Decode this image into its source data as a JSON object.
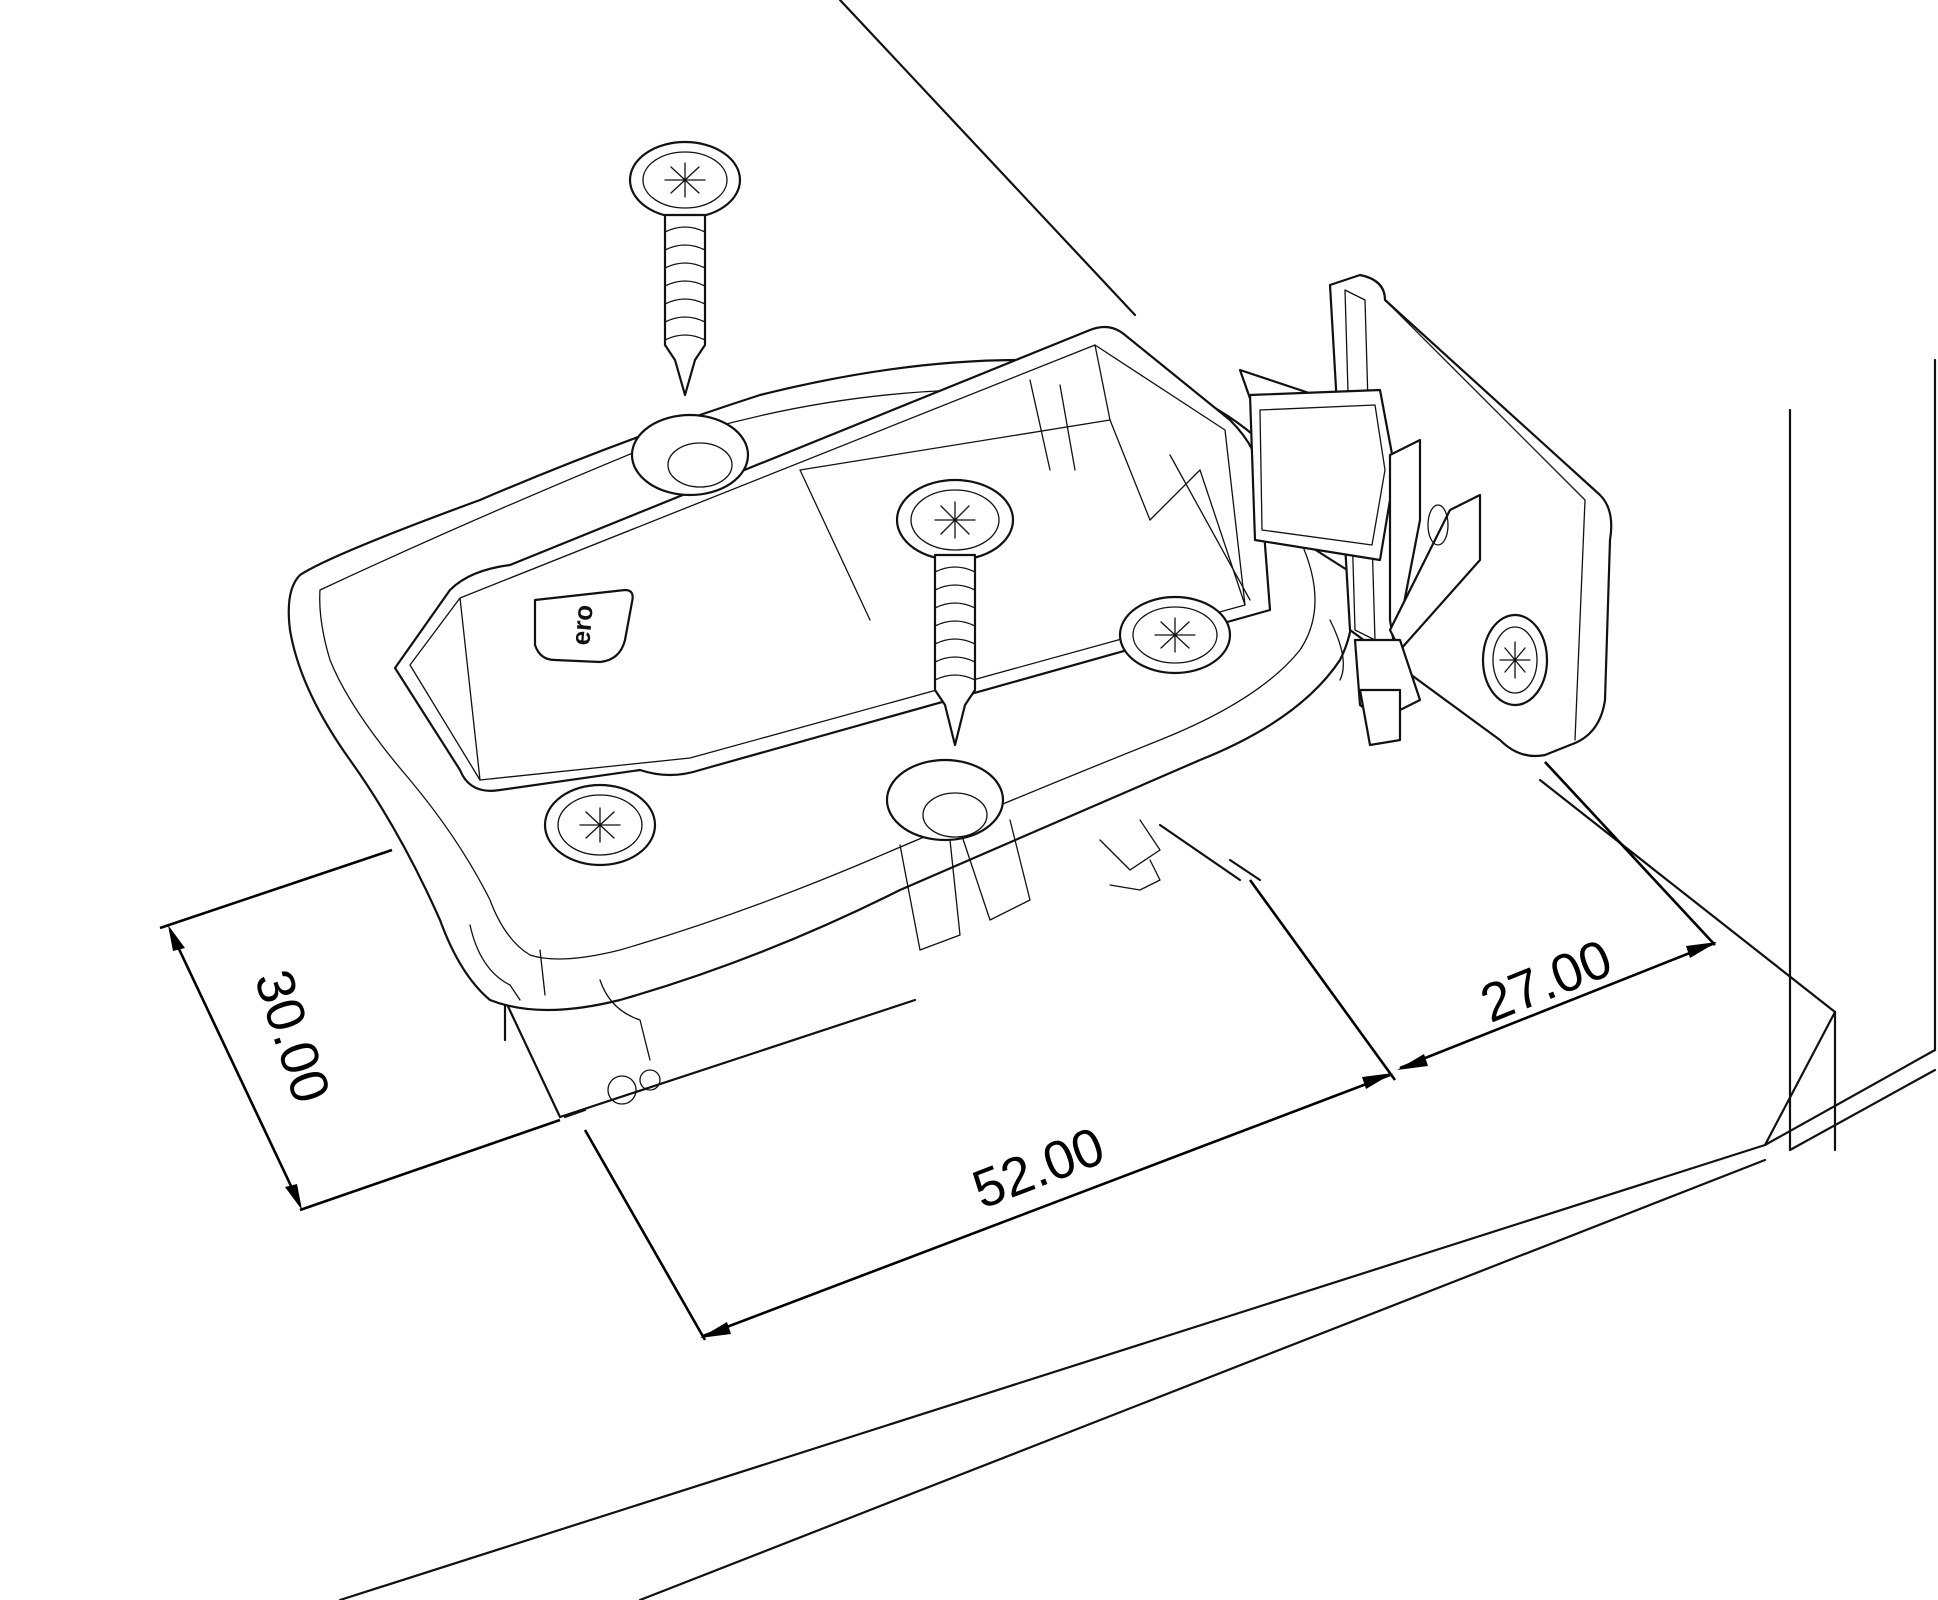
{
  "dimensions": {
    "depth": "30.00",
    "width": "52.00",
    "offset": "27.00"
  },
  "logo": "ero"
}
